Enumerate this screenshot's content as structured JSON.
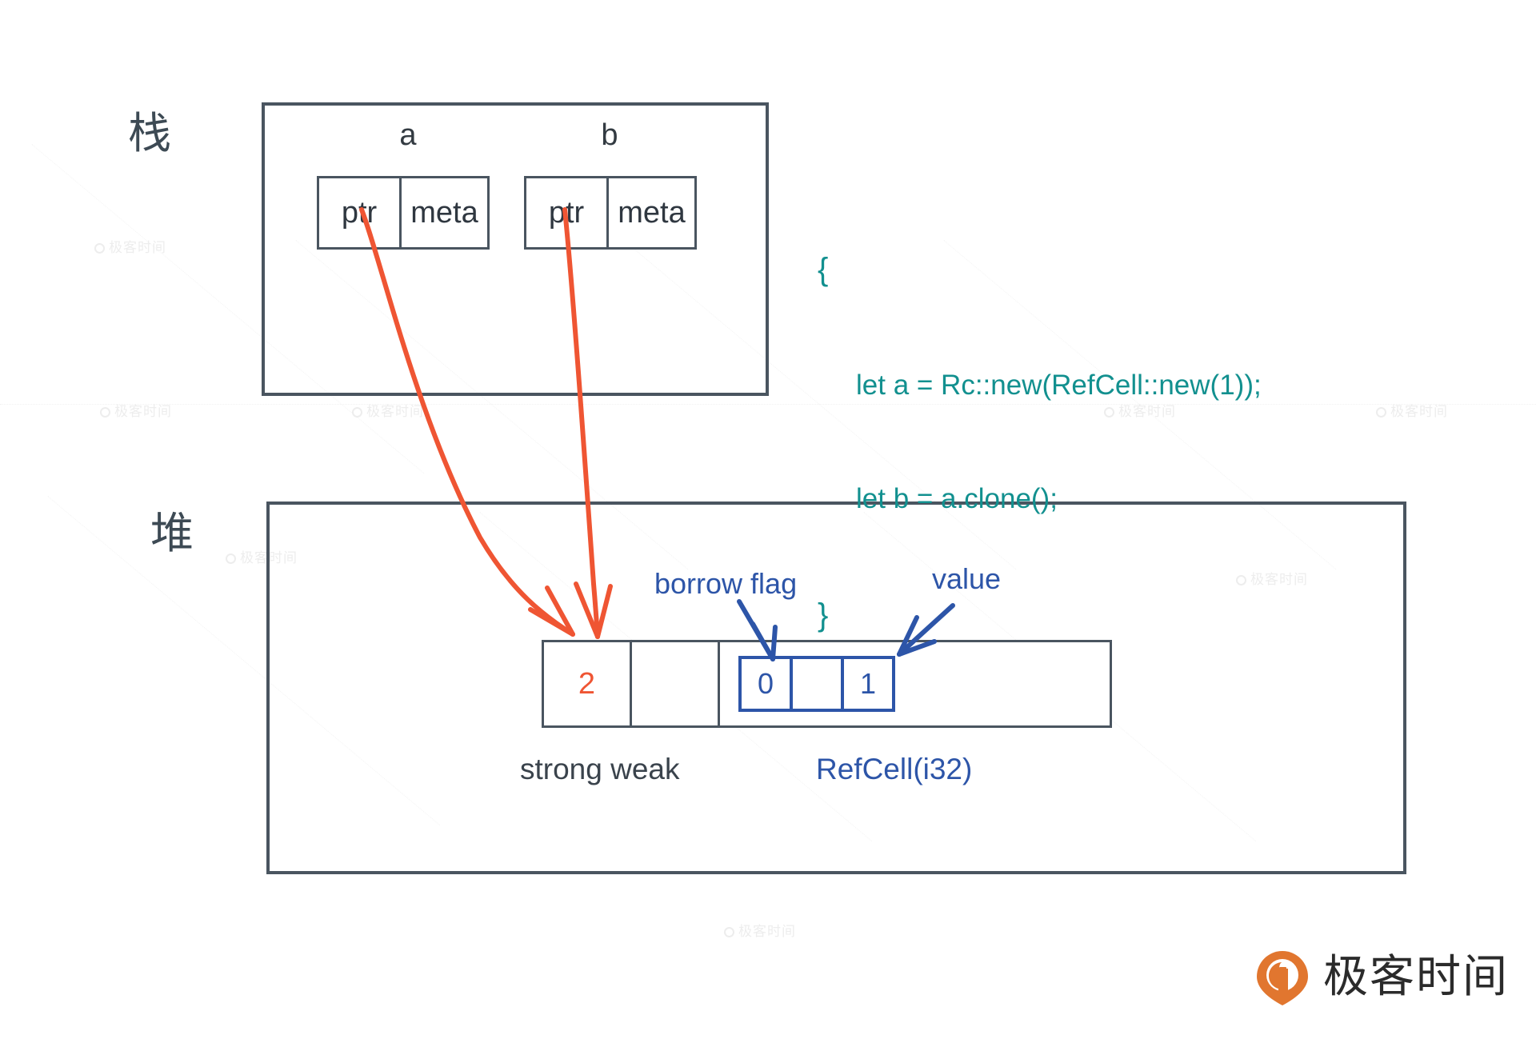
{
  "diagram": {
    "title_stack": "栈",
    "title_heap": "堆",
    "stack": {
      "variables": [
        {
          "name": "a",
          "fields": [
            "ptr",
            "meta"
          ]
        },
        {
          "name": "b",
          "fields": [
            "ptr",
            "meta"
          ]
        }
      ]
    },
    "code": {
      "open_brace": "{",
      "lines": [
        "let a = Rc::new(RefCell::new(1));",
        "let b = a.clone();"
      ],
      "close_brace": "}",
      "color": "#12908f"
    },
    "heap": {
      "cells": [
        {
          "value": "2",
          "kind": "strong",
          "color": "#ef5533"
        },
        {
          "value": "",
          "kind": "weak",
          "color": "#3a434c"
        },
        {
          "value": "",
          "kind": "refcell",
          "color": "#2d55a8"
        }
      ],
      "refcell_inner": [
        {
          "value": "0",
          "kind": "borrow-flag"
        },
        {
          "value": "",
          "kind": "padding"
        },
        {
          "value": "1",
          "kind": "value"
        }
      ],
      "captions": [
        {
          "text": "strong weak",
          "color": "#3a434c"
        },
        {
          "text": "RefCell(i32)",
          "color": "#2d55a8"
        }
      ],
      "annotations": [
        {
          "text": "borrow flag",
          "color": "#2d55a8"
        },
        {
          "text": "value",
          "color": "#2d55a8"
        }
      ]
    },
    "arrows": {
      "pointer_color": "#ef5533",
      "annotation_color": "#2d55a8"
    },
    "brand": {
      "text": "极客时间",
      "logo_color": "#e1762f"
    },
    "watermark": {
      "text": "极客时间",
      "color": "#ededed"
    }
  }
}
